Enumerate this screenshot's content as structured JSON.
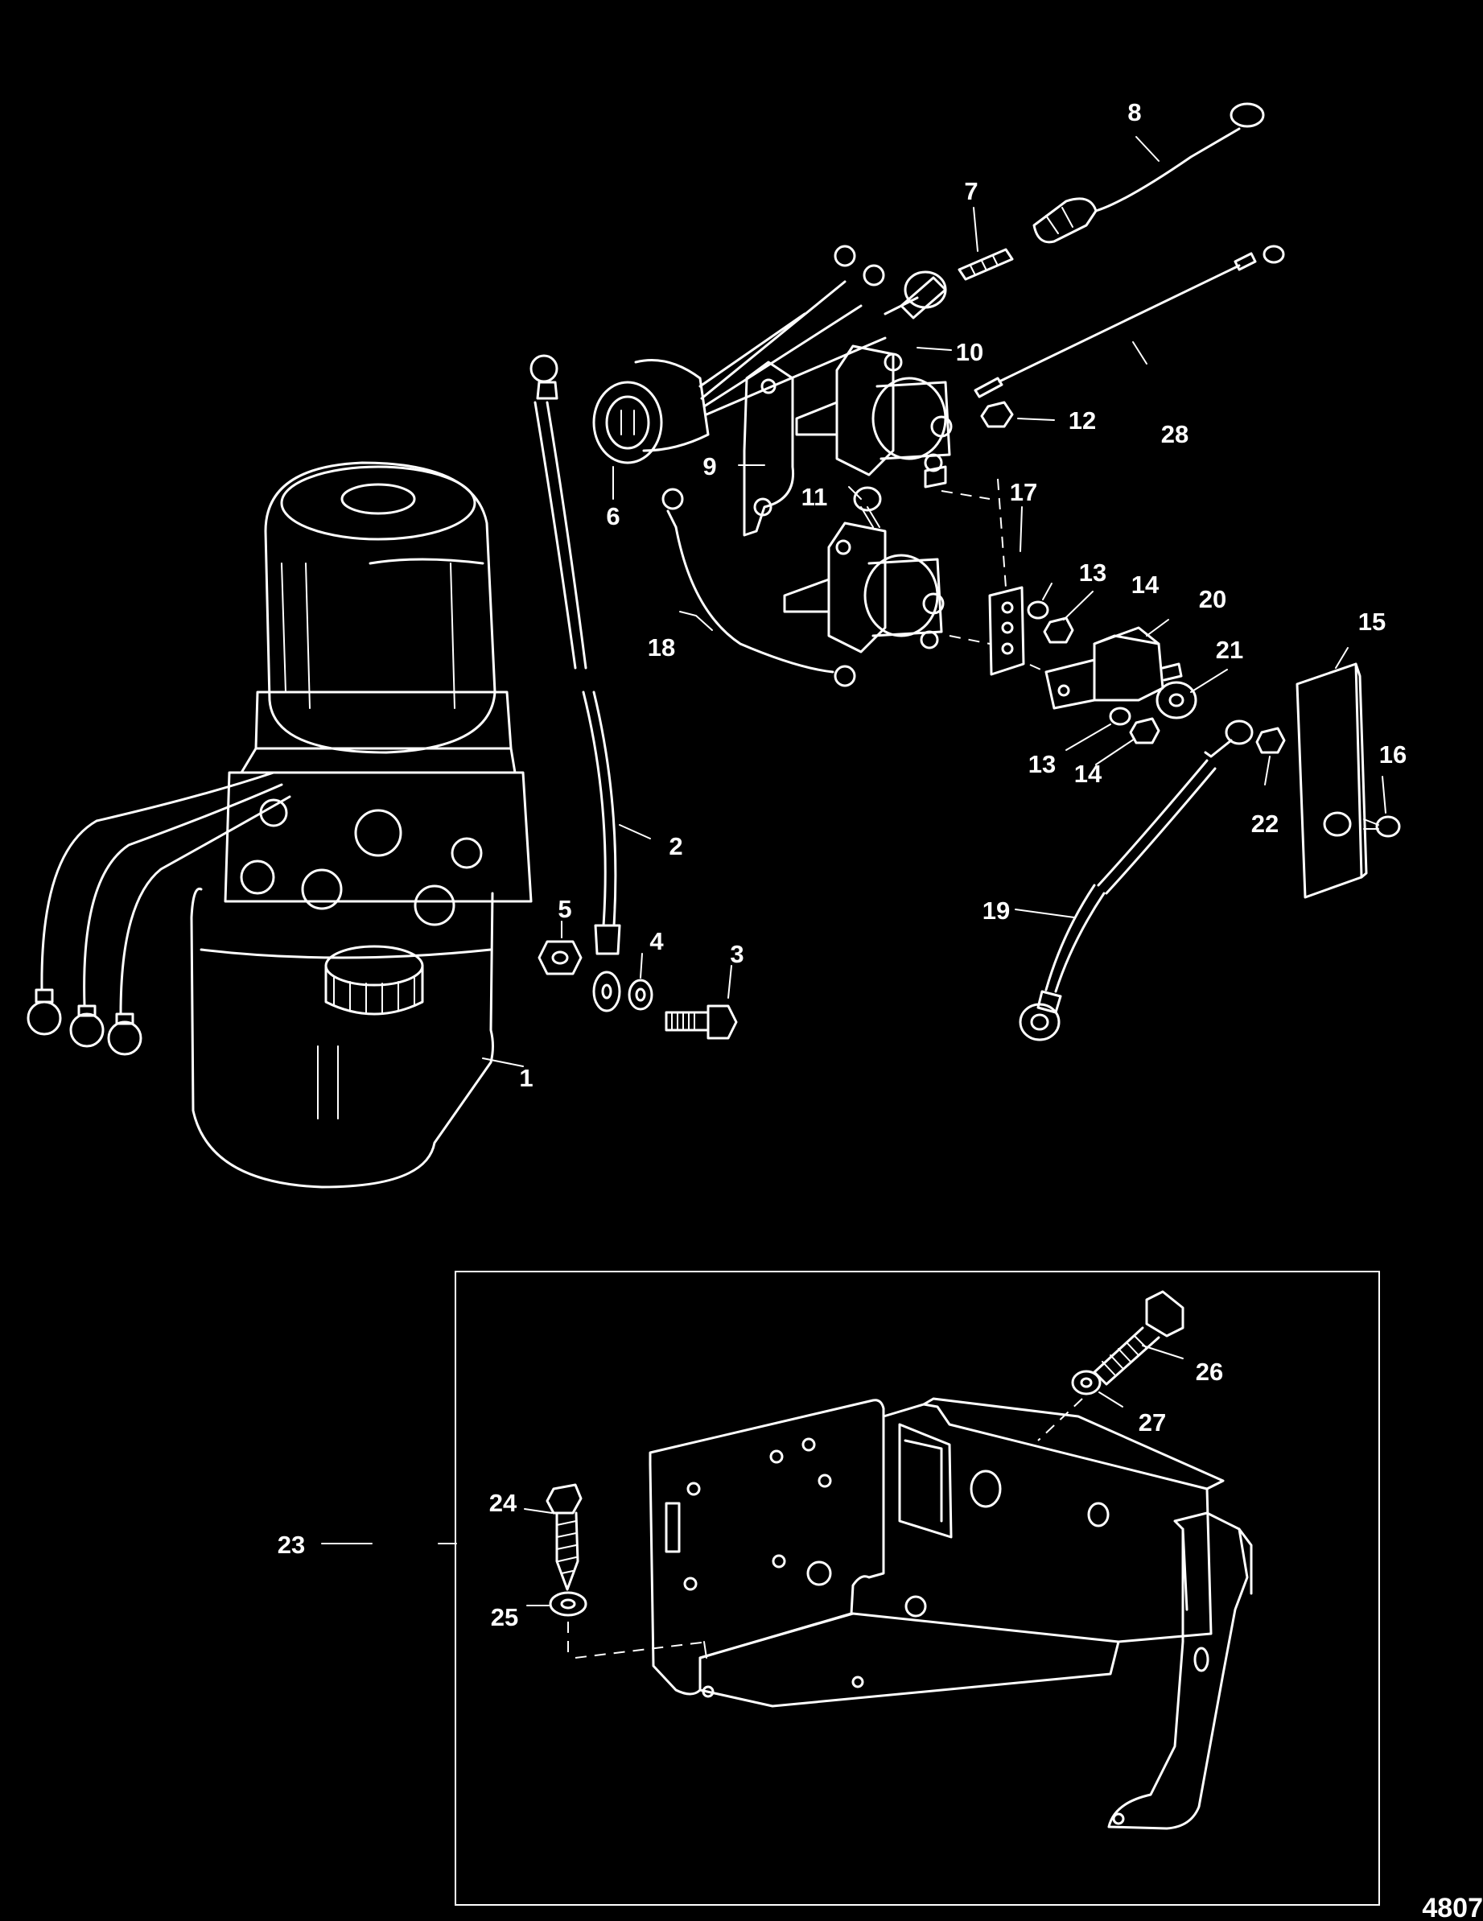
{
  "figure_number": "4807",
  "callouts": [
    "1",
    "2",
    "3",
    "4",
    "5",
    "6",
    "7",
    "8",
    "9",
    "10",
    "11",
    "12",
    "13",
    "14",
    "15",
    "16",
    "17",
    "18",
    "19",
    "20",
    "21",
    "22",
    "23",
    "24",
    "25",
    "26",
    "27",
    "28"
  ],
  "callouts_repeated": [
    "13",
    "14"
  ],
  "inset_box": {
    "label": "23"
  },
  "colors": {
    "background": "#000000",
    "linework": "#ffffff"
  }
}
